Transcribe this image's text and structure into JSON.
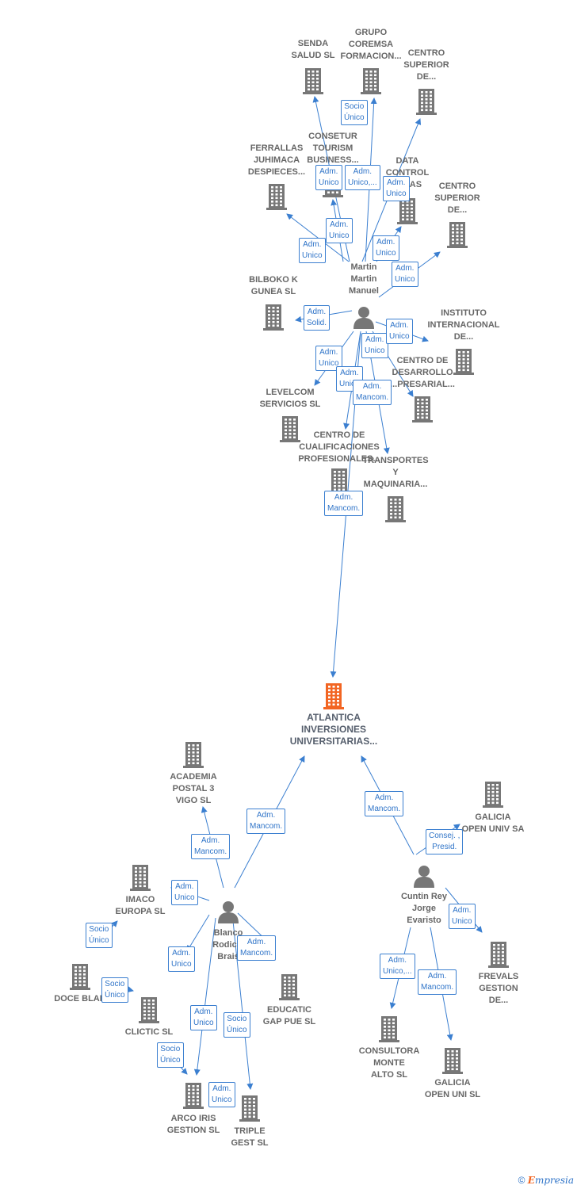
{
  "colors": {
    "edge": "#3b7fd0",
    "building": "#777777",
    "building_focus": "#f26522",
    "person": "#777777"
  },
  "companies": [
    {
      "id": "senda",
      "lines": [
        "SENDA",
        "SALUD  SL"
      ]
    },
    {
      "id": "grupo",
      "lines": [
        "GRUPO",
        "COREMSA",
        "FORMACION..."
      ]
    },
    {
      "id": "csup1",
      "lines": [
        "CENTRO",
        "SUPERIOR",
        "DE..."
      ]
    },
    {
      "id": "ferrallas",
      "lines": [
        "FERRALLAS",
        "JUHIMACA",
        "DESPIECES..."
      ]
    },
    {
      "id": "consetur",
      "lines": [
        "CONSETUR",
        "TOURISM",
        "BUSINESS..."
      ]
    },
    {
      "id": "data",
      "lines": [
        "DATA",
        "CONTROL",
        "...GIAS"
      ]
    },
    {
      "id": "csup2",
      "lines": [
        "CENTRO",
        "SUPERIOR",
        "DE..."
      ]
    },
    {
      "id": "bilboko",
      "lines": [
        "BILBOKO K",
        "GUNEA  SL"
      ]
    },
    {
      "id": "instituto",
      "lines": [
        "INSTITUTO",
        "INTERNACIONAL",
        "DE..."
      ]
    },
    {
      "id": "cdes",
      "lines": [
        "CENTRO DE",
        "DESARROLLO",
        "...PRESARIAL..."
      ]
    },
    {
      "id": "levelcom",
      "lines": [
        "LEVELCOM",
        "SERVICIOS SL"
      ]
    },
    {
      "id": "ccual",
      "lines": [
        "CENTRO DE",
        "CUALIFICACIONES",
        "PROFESIONALES..."
      ]
    },
    {
      "id": "transp",
      "lines": [
        "TRANSPORTES",
        "Y",
        "MAQUINARIA..."
      ]
    },
    {
      "id": "atlantica",
      "lines": [
        "ATLANTICA",
        "INVERSIONES",
        "UNIVERSITARIAS..."
      ],
      "focus": true
    },
    {
      "id": "academia",
      "lines": [
        "ACADEMIA",
        "POSTAL 3",
        "VIGO SL"
      ]
    },
    {
      "id": "galicia_open",
      "lines": [
        "GALICIA",
        "OPEN UNIV SA"
      ]
    },
    {
      "id": "imaco",
      "lines": [
        "IMACO",
        "EUROPA  SL"
      ]
    },
    {
      "id": "doce",
      "lines": [
        "DOCE BLAR"
      ]
    },
    {
      "id": "clictic",
      "lines": [
        "CLICTIC SL"
      ]
    },
    {
      "id": "educatic",
      "lines": [
        "EDUCATIC",
        "GAP PUE SL"
      ]
    },
    {
      "id": "frevals",
      "lines": [
        "FREVALS",
        "GESTION",
        "DE..."
      ]
    },
    {
      "id": "consultora",
      "lines": [
        "CONSULTORA",
        "MONTE",
        "ALTO  SL"
      ]
    },
    {
      "id": "galicia_uni",
      "lines": [
        "GALICIA",
        "OPEN UNI  SL"
      ]
    },
    {
      "id": "arco",
      "lines": [
        "ARCO IRIS",
        "GESTION  SL"
      ]
    },
    {
      "id": "triple",
      "lines": [
        "TRIPLE",
        "GEST  SL"
      ]
    }
  ],
  "persons": [
    {
      "id": "martin",
      "lines": [
        "Martin",
        "Martin",
        "Manuel"
      ]
    },
    {
      "id": "blanco",
      "lines": [
        "Blanco",
        "Rodic...",
        "Brais"
      ]
    },
    {
      "id": "cuntin",
      "lines": [
        "Cuntin Rey",
        "Jorge",
        "Evaristo"
      ]
    }
  ],
  "badges": [
    [
      "Socio",
      "Único"
    ],
    [
      "Adm.",
      "Unico"
    ],
    [
      "Adm.",
      "Unico,..."
    ],
    [
      "Adm.",
      "Unico"
    ],
    [
      "Adm.",
      "Unico"
    ],
    [
      "Adm.",
      "Unico"
    ],
    [
      "Adm.",
      "Unico"
    ],
    [
      "Adm.",
      "Unico"
    ],
    [
      "Adm.",
      "Solid."
    ],
    [
      "Adm.",
      "Unico"
    ],
    [
      "Adm.",
      "Unico"
    ],
    [
      "Adm.",
      "Unico"
    ],
    [
      "Adm.",
      "Unico"
    ],
    [
      "Adm.",
      "Mancom."
    ],
    [
      "Adm.",
      "Mancom."
    ],
    [
      "Adm.",
      "Mancom."
    ],
    [
      "Adm.",
      "Mancom."
    ],
    [
      "Consej. ,",
      "Presid."
    ],
    [
      "Adm.",
      "Mancom."
    ],
    [
      "Adm.",
      "Unico"
    ],
    [
      "Socio",
      "Único"
    ],
    [
      "Adm.",
      "Mancom."
    ],
    [
      "Adm.",
      "Unico"
    ],
    [
      "Socio",
      "Único"
    ],
    [
      "Adm.",
      "Unico"
    ],
    [
      "Adm.",
      "Unico"
    ],
    [
      "Socio",
      "Único"
    ],
    [
      "Socio",
      "Único"
    ],
    [
      "Adm.",
      "Unico"
    ],
    [
      "Adm.",
      "Unico,..."
    ],
    [
      "Adm.",
      "Mancom."
    ]
  ],
  "watermark": {
    "copyright": "©",
    "brand_initial": "E",
    "brand_rest": "mpresia"
  }
}
